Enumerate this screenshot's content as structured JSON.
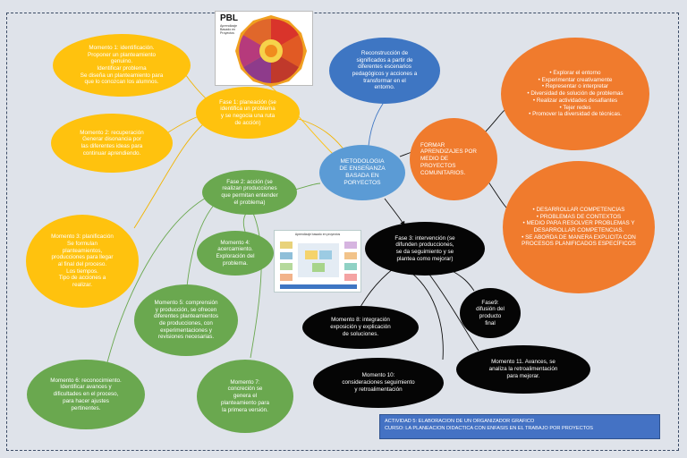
{
  "center_node": "METODOLOGIA\nDE ENSEÑANZA\nBASADA EN\nPORYECTOS",
  "yellow": {
    "m1": "Momento 1: identificación.\nProponer un planteamiento\ngenuino.\nIdentificar problema\nSe diseña un planteamiento para\nque lo conozcan los alumnos.",
    "fase1": "Fase 1: planeación (se\nidentifica un problema\ny se negocia una ruta\nde acción)",
    "m2": "Momento 2: recuperación\nGenerar disonancia por\nlas diferentes ideas para\ncontinuar aprendiendo.",
    "m3": "Momento 3: planificación\nSe formulan\nplanteamientos,\nproducciones para llegar\nal final del proceso.\nLos tiempos.\nTipo de acciones a\nrealizar."
  },
  "green": {
    "fase2": "Fase 2: acción (se\nrealizan producciones\nque permitan entender\nel problema)",
    "m4": "Momento 4:\nacercamiento.\nExploración del\nproblema.",
    "m5": "Momento 5: comprensión\ny producción, se ofrecen\ndiferentes planteamientos\nde producciones, con\nexperimentaciones y\nrevisiones necesarias.",
    "m6": "Momento 6: reconocimiento.\nIdentificar avances y\ndificultades en el proceso,\npara hacer ajustes\npertinentes.",
    "m7": "Momento 7:\nconcreción se\ngenera el\nplanteamiento para\nla primera versión."
  },
  "black": {
    "fase3": "Fase 3: intervención (se\ndifunden producciones,\nse da seguimiento y se\nplantea como mejorar)",
    "m8": "Momento 8: integración\nexposición y explicación\nde soluciones.",
    "m9": "Fase9:\ndifusión del\nproducto\nfinal",
    "m10": "Momento 10:\nconsideraciones seguimiento\ny retroalimentación",
    "m11": "Momento 11. Avances, se\nanaliza la retroalimentación\npara mejorar."
  },
  "blue": {
    "reconstruccion": "Reconstrucción de\nsignificados a partir de\ndiferentes escenarios\npedagógicos y acciones a\ntransformar en el\nentorno."
  },
  "orange": {
    "formar": "FORMAR\nAPRENDIZAJES POR\nMEDIO DE\nPROYECTOS\nCOMUNITARIOS.",
    "top_list": [
      "Explorar el entorno",
      "Experimentar creativamente",
      "Representar o interpretar",
      "Diversidad de solución de problemas",
      "Realizar actividades desafiantes",
      "Tejer redes",
      "Promover la diversidad de técnicas."
    ],
    "bottom_list": [
      "DESARROLLAR COMPETENCIAS",
      "PROBLEMAS DE CONTEXTOS",
      "MEDIO PARA RESOLVER PROBLEMAS Y DESARROLLAR COMPETENCIAS.",
      "SE ABORDA DE MANERA EXPLICITA CON PROCESOS PLANIFICADOS ESPECÍFICOS"
    ]
  },
  "pbl_image": {
    "title": "PBL",
    "subtitle": "Aprendizaje Basado en Proyectos"
  },
  "thumbnail": {
    "title": "Aprendizaje basado en proyectos"
  },
  "footer": {
    "line1": "ACTIVIDAD 5: ELABORACION DE UN ORGANIZADOR GRAFICO",
    "line2": "CURSO: LA PLANEACION DIDACTICA CON ENFASIS EN  EL TRABAJO POR PROYECTOS"
  },
  "colors": {
    "yellow": "#ffc20e",
    "green": "#6aa84f",
    "orange": "#f07b2d",
    "blue": "#3e76c3",
    "center": "#5b9bd5",
    "black": "#050505"
  }
}
